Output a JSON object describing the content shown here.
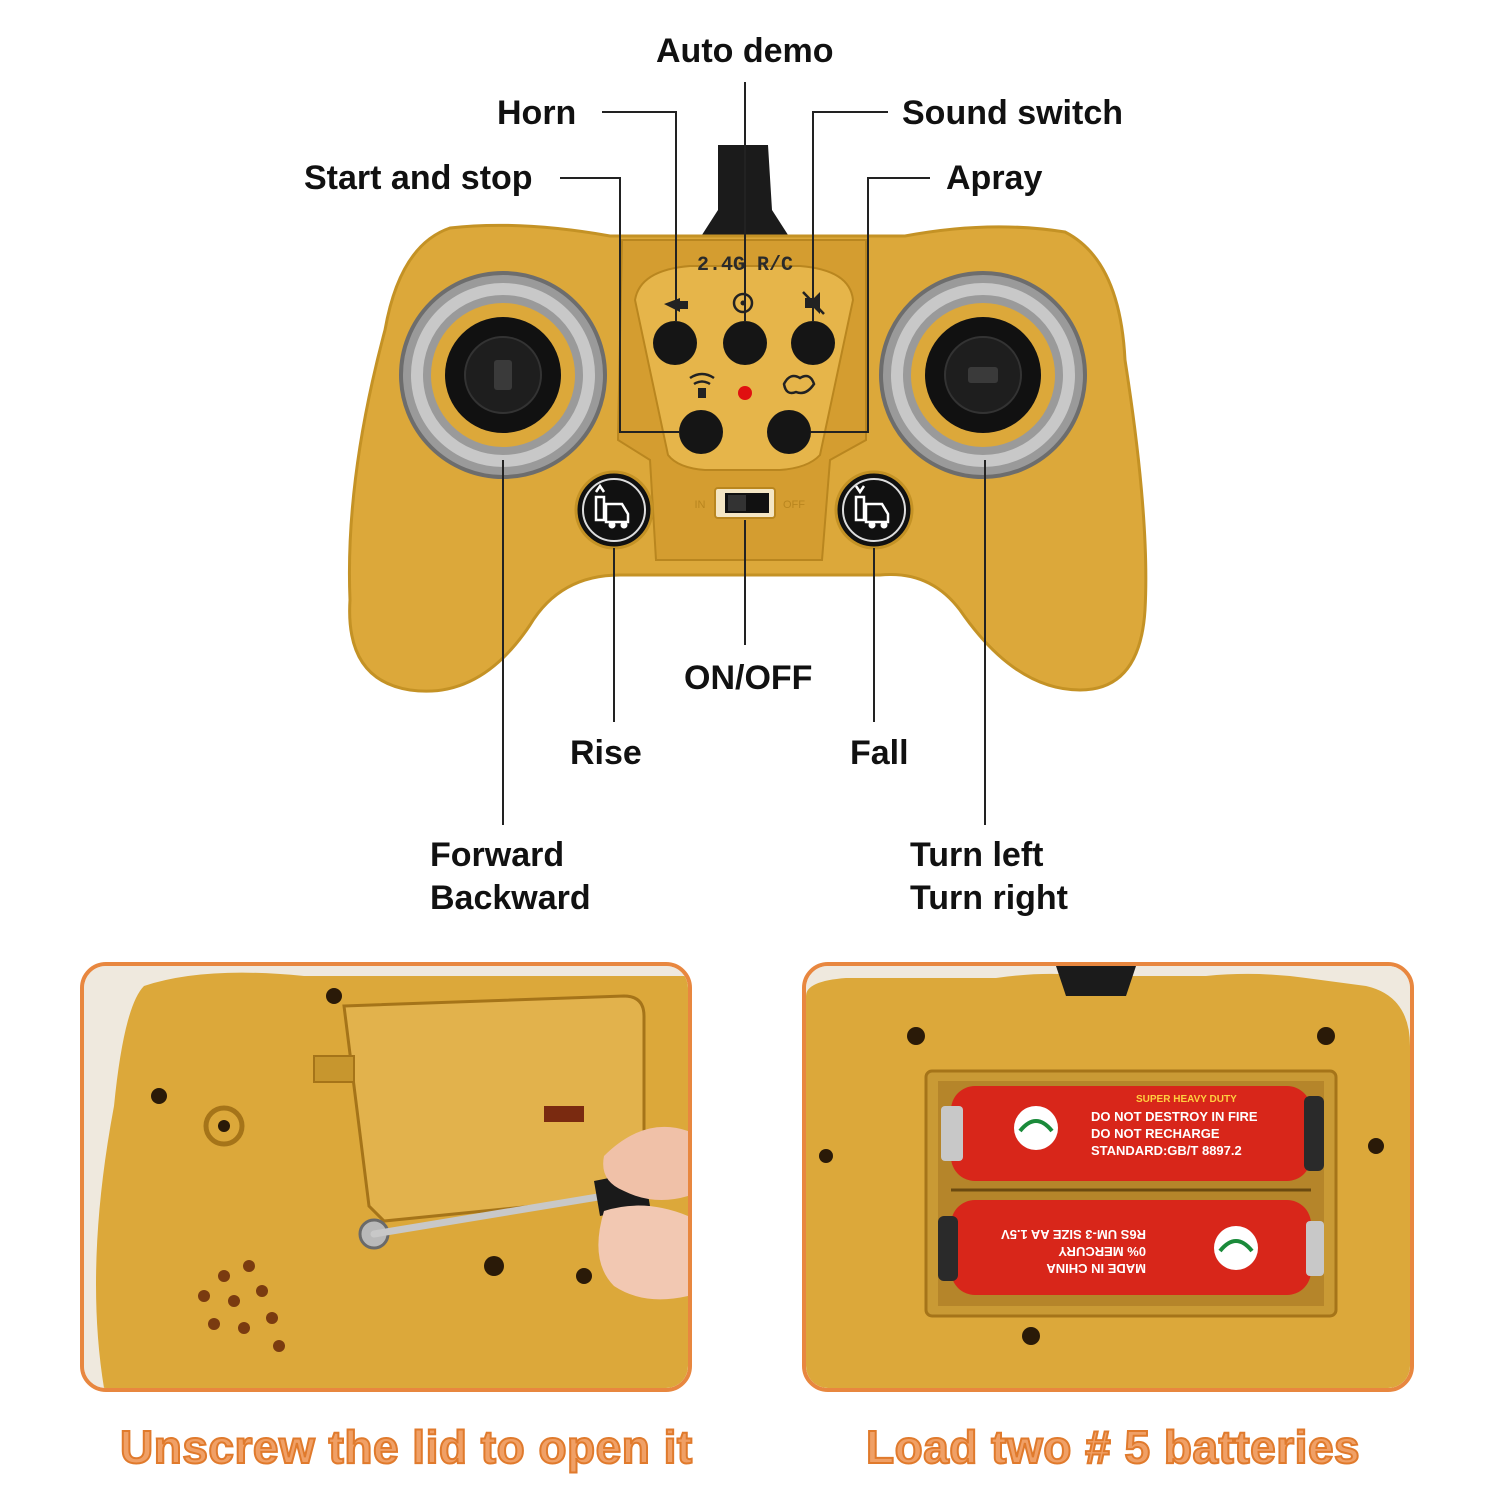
{
  "colors": {
    "body": "#dca83a",
    "body_dark": "#b9861f",
    "button": "#151515",
    "accent_orange": "#e8873f",
    "caption_fill": "#f0a066",
    "battery_red": "#d8261a",
    "led": "#e01010"
  },
  "remote": {
    "panel_text": "2.4G R/C",
    "switch_left": "IN",
    "switch_right": "OFF"
  },
  "labels": {
    "auto_demo": "Auto demo",
    "horn": "Horn",
    "sound_switch": "Sound switch",
    "start_stop": "Start and stop",
    "apray": "Apray",
    "on_off": "ON/OFF",
    "rise": "Rise",
    "fall": "Fall",
    "forward_backward": "Forward\nBackward",
    "turn": "Turn left\nTurn right"
  },
  "icons": {
    "horn": "horn-icon",
    "auto_demo": "steering-wheel-icon",
    "sound_switch": "sound-off-icon",
    "start_stop": "engine-start-icon",
    "apray": "spray-icon",
    "rise": "forklift-rise-icon",
    "fall": "forklift-fall-icon"
  },
  "battery": {
    "top_lines": [
      "DO NOT DESTROY IN FIRE",
      "DO NOT RECHARGE",
      "STANDARD:GB/T 8897.2"
    ],
    "top_header": "SUPER HEAVY DUTY",
    "bottom_lines": [
      "MADE IN CHINA",
      "0% MERCURY",
      "R6S UM-3 SIZE AA 1.5V"
    ]
  },
  "captions": {
    "left": "Unscrew the lid to open it",
    "right": "Load two # 5 batteries"
  }
}
